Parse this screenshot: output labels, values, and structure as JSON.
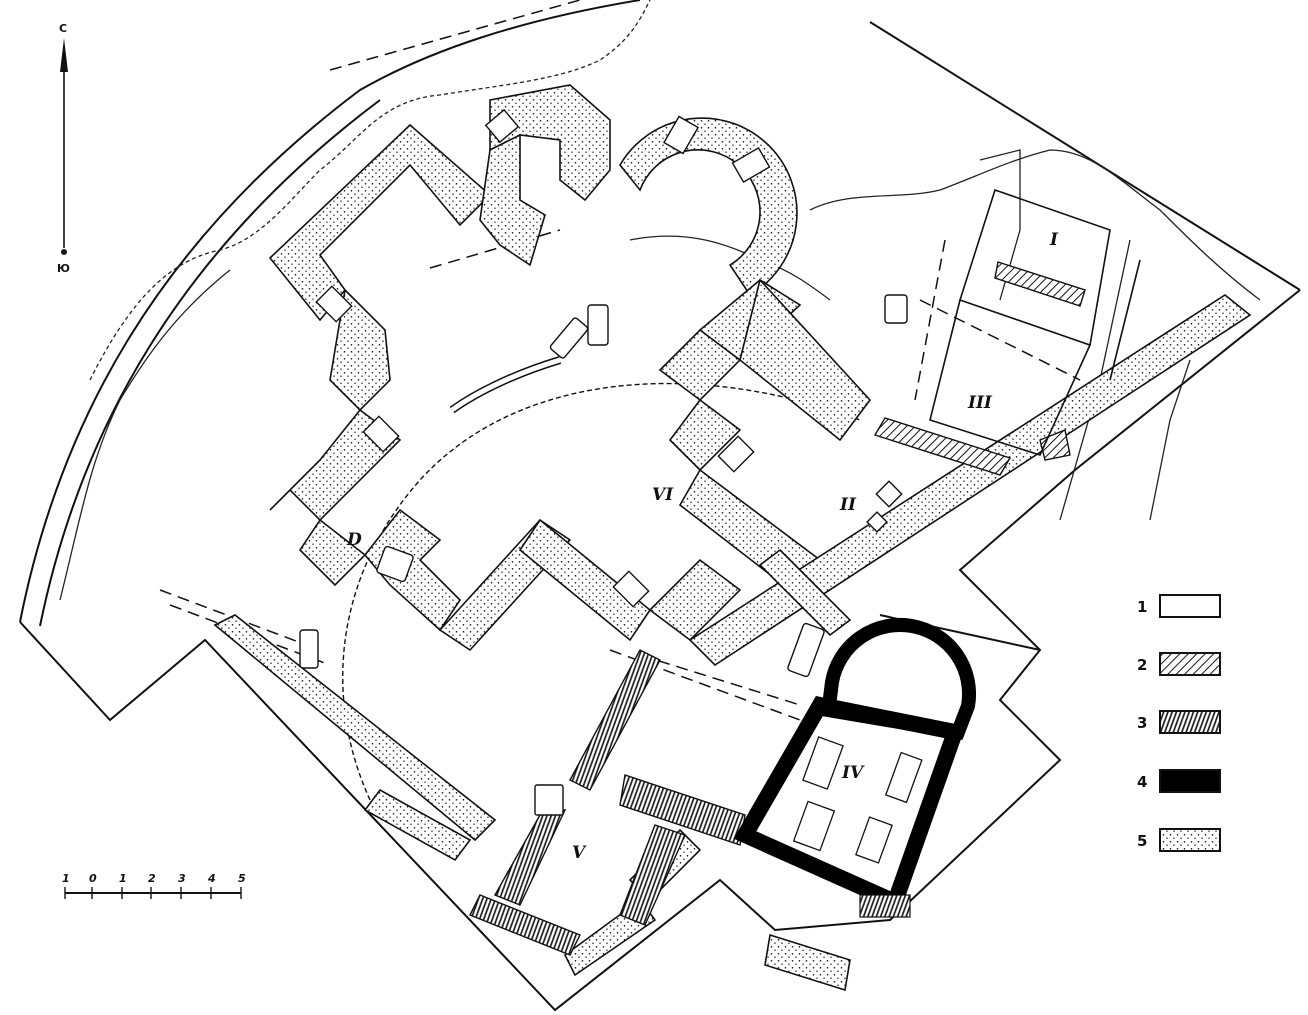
{
  "north_arrow": {
    "north": "С",
    "south": "Ю"
  },
  "rooms": [
    "I",
    "II",
    "III",
    "IV",
    "V",
    "VI",
    "D"
  ],
  "legend": [
    {
      "num": "1",
      "pattern": "blank"
    },
    {
      "num": "2",
      "pattern": "diagonal-hatch"
    },
    {
      "num": "3",
      "pattern": "vertical-hatch"
    },
    {
      "num": "4",
      "pattern": "solid-black"
    },
    {
      "num": "5",
      "pattern": "stipple"
    }
  ],
  "scale_bar": {
    "ticks": [
      "1",
      "0",
      "1",
      "2",
      "3",
      "4",
      "5"
    ]
  }
}
